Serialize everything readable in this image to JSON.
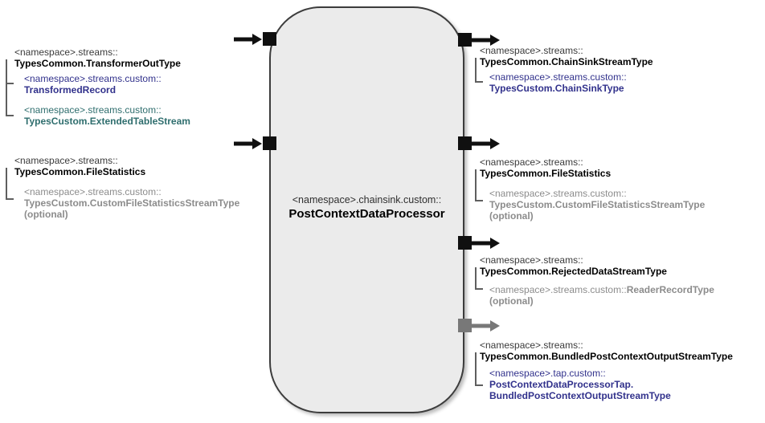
{
  "colors": {
    "capsule_fill": "#ebebeb",
    "capsule_border": "#3c3c3c",
    "port_black": "#101010",
    "port_gray": "#787878",
    "text_navy": "#32328c",
    "text_teal": "#2f6e6e",
    "text_gray": "#8c8c8c",
    "text_black": "#000000"
  },
  "component": {
    "namespace": "<namespace>.chainsink.custom::",
    "name": "PostContextDataProcessor"
  },
  "inputs": [
    {
      "namespace": "<namespace>.streams::",
      "type": "TypesCommon.TransformerOutType",
      "subtypes": [
        {
          "namespace": "<namespace>.streams.custom::",
          "type": "TransformedRecord"
        },
        {
          "namespace": "<namespace>.streams.custom::",
          "type": "TypesCustom.ExtendedTableStream"
        }
      ]
    },
    {
      "namespace": "<namespace>.streams::",
      "type": "TypesCommon.FileStatistics",
      "subtypes": [
        {
          "namespace": "<namespace>.streams.custom::",
          "type": "TypesCustom.CustomFileStatisticsStreamType",
          "note": "(optional)"
        }
      ]
    }
  ],
  "outputs": [
    {
      "namespace": "<namespace>.streams::",
      "type": "TypesCommon.ChainSinkStreamType",
      "subtypes": [
        {
          "namespace": "<namespace>.streams.custom::",
          "type": "TypesCustom.ChainSinkType"
        }
      ]
    },
    {
      "namespace": "<namespace>.streams::",
      "type": "TypesCommon.FileStatistics",
      "subtypes": [
        {
          "namespace": "<namespace>.streams.custom::",
          "type": "TypesCustom.CustomFileStatisticsStreamType",
          "note": "(optional)"
        }
      ]
    },
    {
      "namespace": "<namespace>.streams::",
      "type": "TypesCommon.RejectedDataStreamType",
      "subtypes": [
        {
          "namespace": "<namespace>.streams.custom::",
          "type": "ReaderRecordType",
          "note": "(optional)"
        }
      ]
    },
    {
      "namespace": "<namespace>.streams::",
      "type": "TypesCommon.BundledPostContextOutputStreamType",
      "subtypes": [
        {
          "namespace": "<namespace>.tap.custom::",
          "type_line1": "PostContextDataProcessorTap.",
          "type_line2": "BundledPostContextOutputStreamType"
        }
      ]
    }
  ]
}
